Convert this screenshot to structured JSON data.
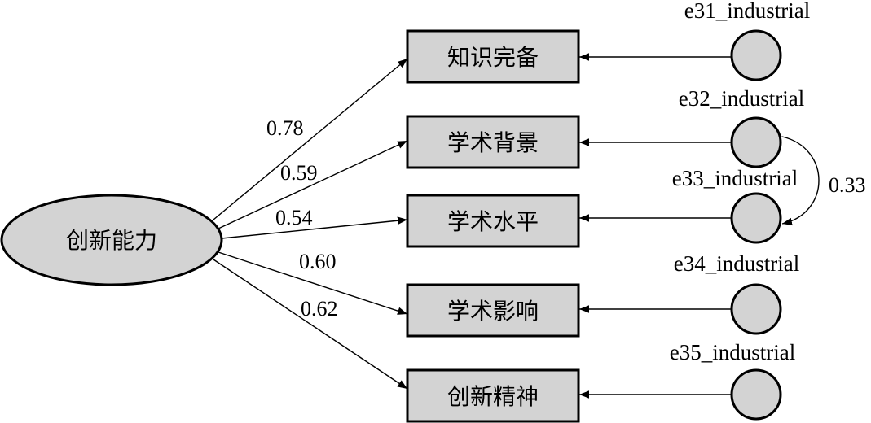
{
  "latent": {
    "label": "创新能力"
  },
  "indicators": [
    {
      "label": "知识完备",
      "loading": "0.78",
      "error": "e31_industrial"
    },
    {
      "label": "学术背景",
      "loading": "0.59",
      "error": "e32_industrial"
    },
    {
      "label": "学术水平",
      "loading": "0.54",
      "error": "e33_industrial"
    },
    {
      "label": "学术影响",
      "loading": "0.60",
      "error": "e34_industrial"
    },
    {
      "label": "创新精神",
      "loading": "0.62",
      "error": "e35_industrial"
    }
  ],
  "covariance": {
    "between": [
      "e32_industrial",
      "e33_industrial"
    ],
    "value": "0.33"
  },
  "colors": {
    "fill": "#d3d3d3",
    "stroke": "#000000"
  }
}
